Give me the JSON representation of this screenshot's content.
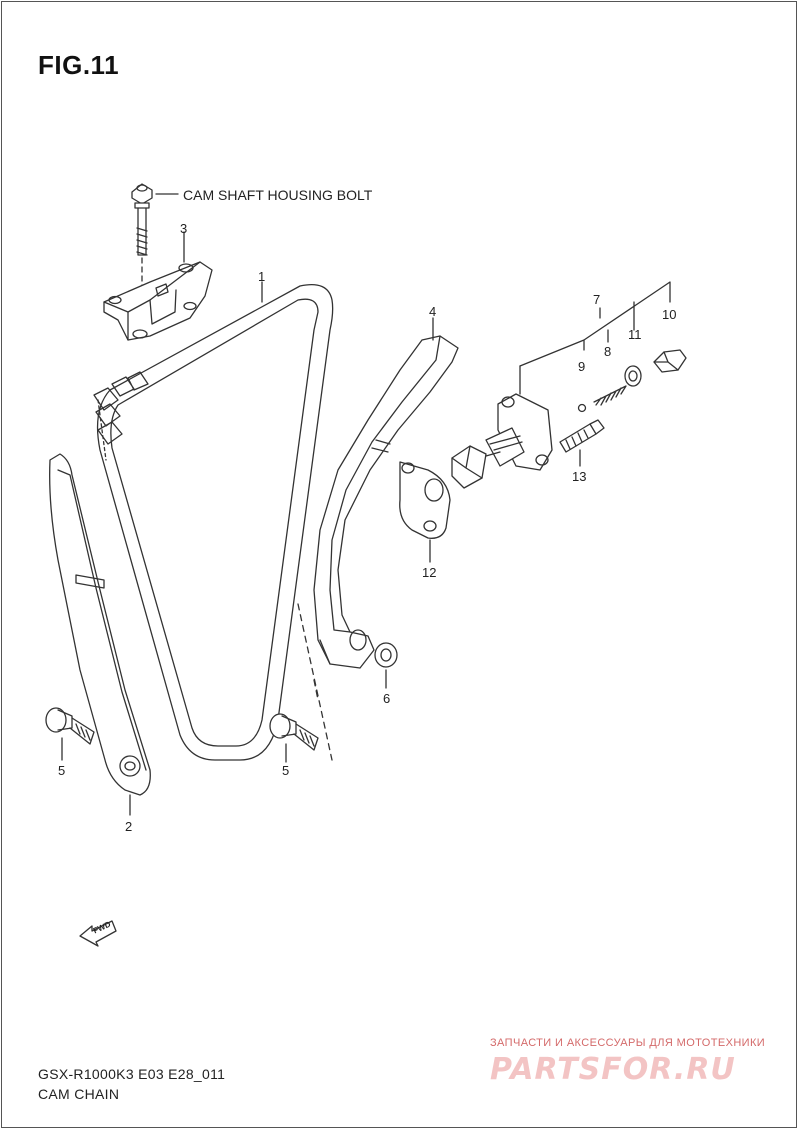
{
  "figure": {
    "title": "FIG.11"
  },
  "callouts": {
    "cam_shaft_housing_bolt": "CAM SHAFT HOUSING BOLT"
  },
  "parts": {
    "p1": "1",
    "p2": "2",
    "p3": "3",
    "p4": "4",
    "p5a": "5",
    "p5b": "5",
    "p6": "6",
    "p7": "7",
    "p8": "8",
    "p9": "9",
    "p10": "10",
    "p11": "11",
    "p12": "12",
    "p13": "13"
  },
  "fwd_arrow": {
    "label": "FWD"
  },
  "footer": {
    "model_code": "GSX-R1000K3 E03 E28_011",
    "section": "CAM CHAIN"
  },
  "watermark": {
    "tagline": "ЗАПЧАСТИ И АКСЕССУАРЫ ДЛЯ МОТОТЕХНИКИ",
    "logo": "PARTSFOR.RU"
  }
}
